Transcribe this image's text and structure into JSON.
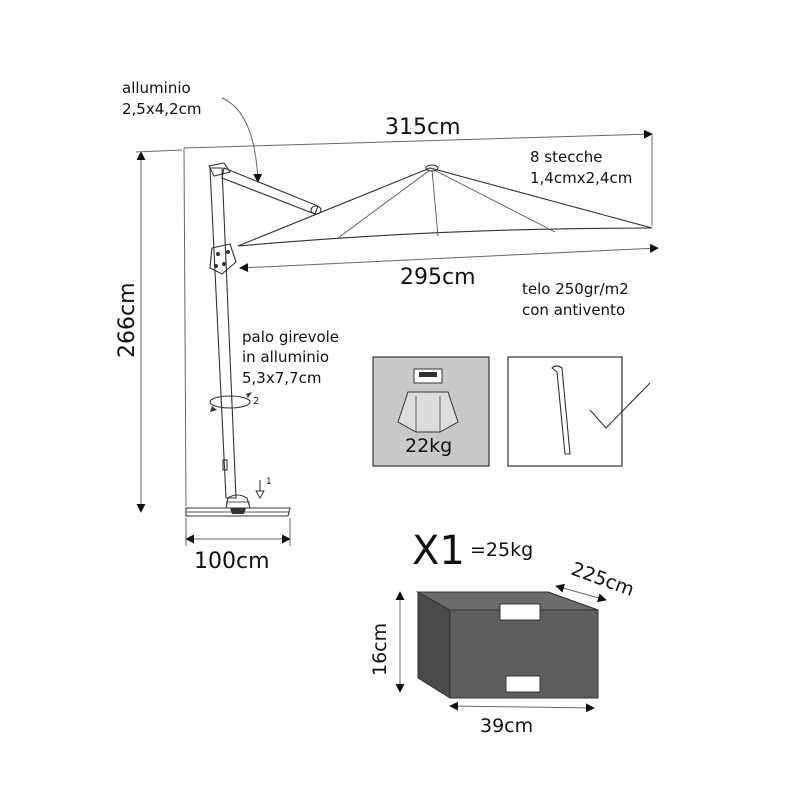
{
  "frame": {
    "label": "alluminio",
    "size": "2,5x4,2cm"
  },
  "ribs": {
    "label": "8 stecche",
    "size": "1,4cmx2,4cm"
  },
  "canopy_top_width": "315cm",
  "canopy_bottom_width": "295cm",
  "total_height": "266cm",
  "fabric": {
    "line1": "telo 250gr/m2",
    "line2": "con antivento"
  },
  "pole": {
    "line1": "palo girevole",
    "line2": "in alluminio",
    "line3": "5,3x7,7cm"
  },
  "base_width": "100cm",
  "base_weight": "22kg",
  "rotate_marker": "2",
  "pedal_marker": "1",
  "package": {
    "quantity": "X1",
    "weight": "=25kg",
    "length": "225cm",
    "height": "16cm",
    "width": "39cm"
  },
  "colors": {
    "box_fill": "#5e5e5e",
    "weight_box_fill": "#c8c8c8"
  }
}
